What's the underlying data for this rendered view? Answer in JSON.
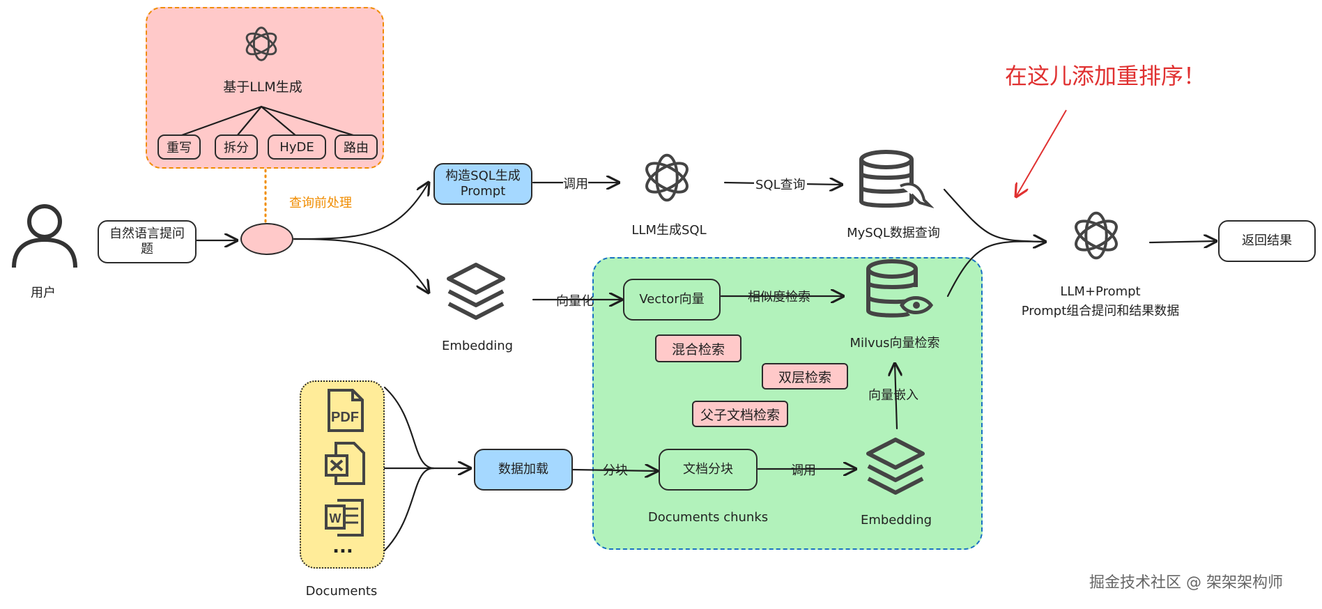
{
  "colors": {
    "preprocess_bg": "#ffc9c9",
    "preprocess_border": "#f08c00",
    "vector_zone_bg": "#b2f2bb",
    "vector_zone_border": "#1971c2",
    "docs_bg": "#ffec99",
    "blue_box": "#a5d8ff",
    "pink": "#ffc9c9",
    "accent_red": "#e03131",
    "orange_label": "#f08c00"
  },
  "preprocess": {
    "icon": "openai-icon",
    "title": "基于LLM生成",
    "chips": [
      "重写",
      "拆分",
      "HyDE",
      "路由"
    ],
    "caption": "查询前处理"
  },
  "user": {
    "icon": "user-icon",
    "label": "用户"
  },
  "question_box": "自然语言提问题",
  "sql_branch": {
    "build_prompt": "构造SQL生成Prompt",
    "call_label": "调用",
    "llm_label": "LLM生成SQL",
    "query_label": "SQL查询",
    "mysql_label": "MySQL数据查询"
  },
  "vector_branch": {
    "embedding_label": "Embedding",
    "vectorize_label": "向量化",
    "vector_box": "Vector向量",
    "similarity_label": "相似度检索",
    "milvus_label": "Milvus向量检索",
    "tags": [
      "混合检索",
      "双层检索",
      "父子文档检索"
    ],
    "embed_in_label": "向量嵌入",
    "chunk_label": "分块",
    "chunk_box": "文档分块",
    "chunks_caption": "Documents chunks",
    "call_label": "调用",
    "embedding2_label": "Embedding"
  },
  "documents": {
    "icons": [
      "pdf-icon",
      "excel-icon",
      "word-icon"
    ],
    "ellipsis": "...",
    "caption": "Documents",
    "load_box": "数据加载"
  },
  "final": {
    "llm_label": "LLM+Prompt",
    "llm_sub": "Prompt组合提问和结果数据",
    "result_box": "返回结果",
    "annotation": "在这儿添加重排序！"
  },
  "watermark": "掘金技术社区 @ 架架架构师"
}
